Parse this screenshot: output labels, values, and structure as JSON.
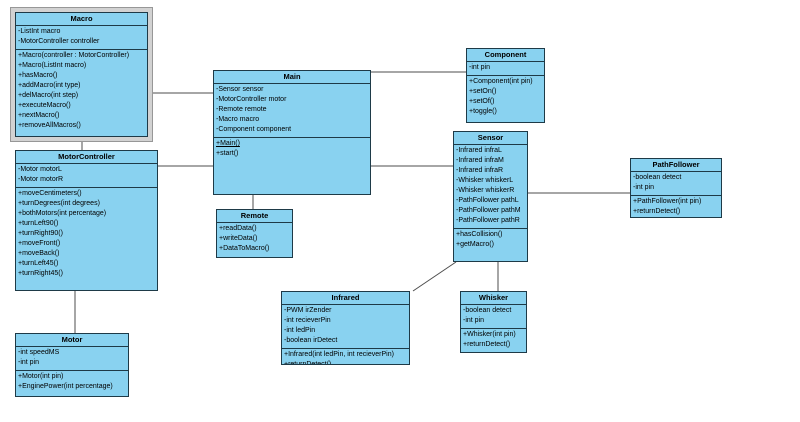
{
  "colors": {
    "class_fill": "#89d2f0",
    "class_border": "#1e3a47",
    "connector": "#4d4d4d",
    "selection_frame": "#d2d2d2",
    "canvas_bg": "#ffffff"
  },
  "classes": [
    {
      "name": "Macro",
      "attributes": [
        "-ListInt macro",
        "-MotorController controller"
      ],
      "methods": [
        "+Macro(controller : MotorController)",
        "+Macro(ListInt macro)",
        "+hasMacro()",
        "+addMacro(int type)",
        "+delMacro(int step)",
        "+executeMacro()",
        "+nextMacro()",
        "+removeAllMacros()"
      ],
      "selected": true
    },
    {
      "name": "MotorController",
      "attributes": [
        "-Motor motorL",
        "-Motor motorR"
      ],
      "methods": [
        "+moveCentimeters()",
        "+turnDegrees(int degrees)",
        "+bothMotors(int percentage)",
        "+turnLeft90()",
        "+turnRight90()",
        "+moveFront()",
        "+moveBack()",
        "+turnLeft45()",
        "+turnRight45()"
      ]
    },
    {
      "name": "Main",
      "attributes": [
        "-Sensor sensor",
        "-MotorController motor",
        "-Remote remote",
        "-Macro macro",
        "-Component component"
      ],
      "methods": [
        "+Main()",
        "+start()"
      ],
      "methods_underlined": [
        0
      ]
    },
    {
      "name": "Component",
      "attributes": [
        "-int pin"
      ],
      "methods": [
        "+Component(int pin)",
        "+setOn()",
        "+setOf()",
        "+toggle()"
      ]
    },
    {
      "name": "Sensor",
      "attributes": [
        "-Infrared infraL",
        "-Infrared infraM",
        "-Infrared infraR",
        "-Whisker whiskerL",
        "-Whisker whiskerR",
        "-PathFollower pathL",
        "-PathFollower pathM",
        "-PathFollower pathR"
      ],
      "methods": [
        "+hasCollision()",
        "+getMacro()"
      ]
    },
    {
      "name": "PathFollower",
      "attributes": [
        "-boolean detect",
        "-int pin"
      ],
      "methods": [
        "+PathFollower(int pin)",
        "+returnDetect()"
      ]
    },
    {
      "name": "Remote",
      "attributes": [],
      "methods": [
        "+readData()",
        "+writeData()",
        "+DataToMacro()"
      ]
    },
    {
      "name": "Infrared",
      "attributes": [
        "-PWM irZender",
        "-int recieverPin",
        "-int ledPin",
        "-boolean irDetect"
      ],
      "methods": [
        "+Infrared(int ledPin, int recieverPin)",
        "+returnDetect()"
      ]
    },
    {
      "name": "Whisker",
      "attributes": [
        "-boolean detect",
        "-int pin"
      ],
      "methods": [
        "+Whisker(int pin)",
        "+returnDetect()"
      ]
    },
    {
      "name": "Motor",
      "attributes": [
        "-int speedMS",
        "-int pin"
      ],
      "methods": [
        "+Motor(int pin)",
        "+EnginePower(int percentage)"
      ]
    }
  ],
  "relationships": [
    {
      "from": "Macro",
      "to": "Main"
    },
    {
      "from": "Macro",
      "to": "MotorController"
    },
    {
      "from": "MotorController",
      "to": "Main"
    },
    {
      "from": "MotorController",
      "to": "Motor"
    },
    {
      "from": "Main",
      "to": "Component"
    },
    {
      "from": "Main",
      "to": "Sensor"
    },
    {
      "from": "Main",
      "to": "Remote"
    },
    {
      "from": "Sensor",
      "to": "PathFollower"
    },
    {
      "from": "Sensor",
      "to": "Whisker"
    },
    {
      "from": "Sensor",
      "to": "Infrared"
    }
  ]
}
